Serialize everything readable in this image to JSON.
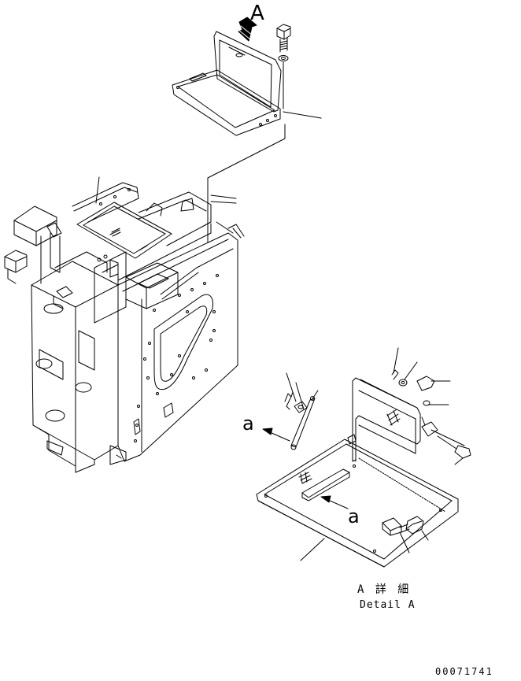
{
  "view_arrow_label": "A",
  "arrow_labels": [
    "a",
    "a"
  ],
  "detail_caption_jp": "A 詳 細",
  "detail_caption_en": "Detail A",
  "drawing_number": "00071741"
}
